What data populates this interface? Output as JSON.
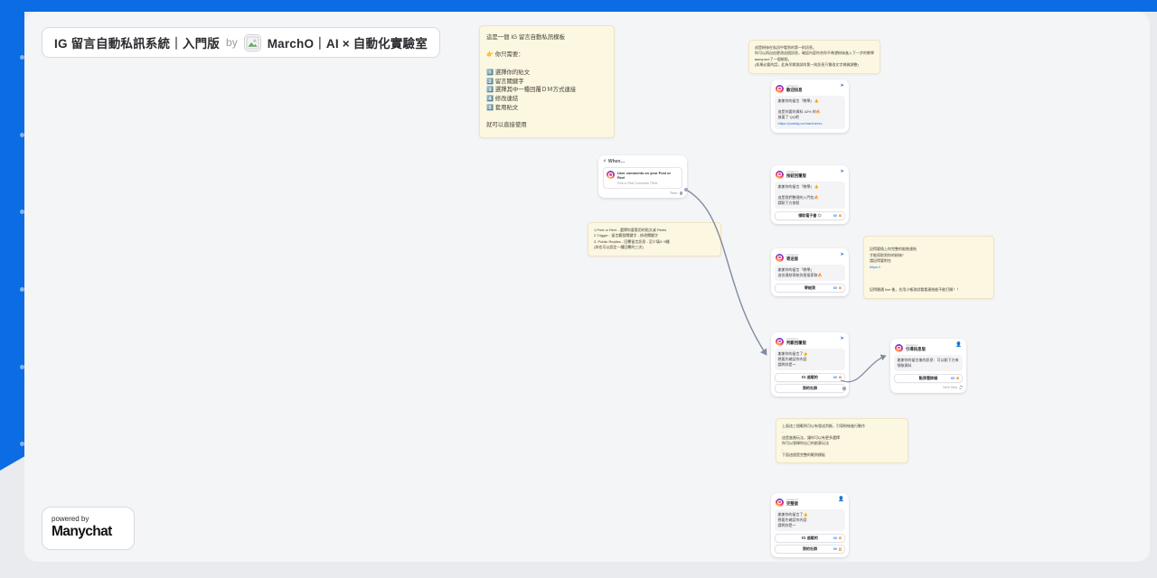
{
  "colors": {
    "accent": "#0b6ce4",
    "canvas": "#f4f5f7",
    "note_bg": "#fcf7e1",
    "edge": "#7e8ba0",
    "link": "#1f6fe0",
    "stat_blue": "#2f80ed",
    "warn_orange": "#f2994a"
  },
  "title_card": {
    "title": "IG 留言自動私訊系統｜入門版",
    "by": "by",
    "brand": "MarchO｜AI × 自動化實驗室"
  },
  "notes": {
    "intro": "這是一個 IG 留言自動私訊模板\n\n👉 你只需要：\n\n1️⃣ 選擇你的貼文\n2️⃣ 留言關鍵字\n3️⃣ 選擇其中一種回覆ＤＭ方式連接\n4️⃣ 修改連結\n5️⃣ 套用貼文\n\n就可以直接使用",
    "first_message": "這是粉絲在私訊中看到的第一則訊息。\n你可以再自由更改這個訊息，確認內容符合你不希望粉絲進入下一步的教學використ了一個按鈕。\n(如果必要的話，此為早期測試的第一則訊息只需改文字稍微調整)",
    "steps": "1.Post or Reel - 選擇你要套用的貼文或 Reels\n2.Trigger - 留言觸發關鍵字 - 修改關鍵字\n3. Public Replies - 回覆留言訊息 - 至少填3~5種\n(你也可以設定一種回覆的三次)",
    "link_reminder_top": "記得要換上你完整的販售連結\n才能幫助到你的粉絲！\n請記得要附在",
    "link_reminder_url": "https://",
    "link_reminder_bottom": "記得開通 live 後，先用小帳測試看看連結能不能打開！！",
    "advanced": "上面這三個範例可以有發送判斷，引導粉絲進行動作\n-\n這是進階玩法，讓你可以有更多選擇\n你可以發揮你自己的創意玩法\n-\n下面這個是完整的範例模板"
  },
  "trigger": {
    "header": "When…",
    "title": "User comments on your Post or Reel",
    "subtitle": "Post or Reel Comments TRIAL",
    "then_label": "Then"
  },
  "nodes": [
    {
      "channel": "Instagram",
      "title": "歡迎訊息",
      "message": "謝謝你的留言「教學」👍\n\n這是你要的資料 42% 的🔥\n放著了 QQ吧",
      "link": "https://portaly.cc/marchzero",
      "buttons": []
    },
    {
      "channel": "Instagram",
      "title": "按鈕回覆版",
      "message": "謝謝你的留言「教學」👍\n\n這是我們整理的入門包🔥\n請點下方按鈕",
      "buttons": [
        {
          "label": "領取電子書 😊",
          "stat": "60"
        }
      ]
    },
    {
      "channel": "Instagram",
      "title": "寄送版",
      "message": "謝謝你的留言「教學」\n這份連結寄給你直接索取🔥",
      "buttons": [
        {
          "label": "寄給我",
          "stat": "60"
        }
      ]
    },
    {
      "channel": "Instagram",
      "title": "判斷回覆版",
      "message": "謝謝你的留言了👍\n想要先確認你內容\n請問你是～",
      "buttons": [
        {
          "label": "IG 追蹤的",
          "stat": "60"
        },
        {
          "label": "我的社群",
          "stat": ""
        }
      ]
    },
    {
      "channel": "Instagram",
      "title": "引導訊息版",
      "message": "謝謝你的留言後的訊息：可以點下方來領取資料",
      "buttons": [
        {
          "label": "點我看詳細",
          "stat": "60"
        }
      ],
      "next_step": "Next Step"
    },
    {
      "channel": "Instagram",
      "title": "完整版",
      "message": "謝謝你的留言了👍\n想要先確認你內容\n請問你是～",
      "buttons": [
        {
          "label": "IG 追蹤的",
          "stat": "60"
        },
        {
          "label": "我的社群",
          "stat": "60"
        }
      ]
    }
  ],
  "powered_by": {
    "line1": "powered by",
    "line2": "Manychat"
  }
}
